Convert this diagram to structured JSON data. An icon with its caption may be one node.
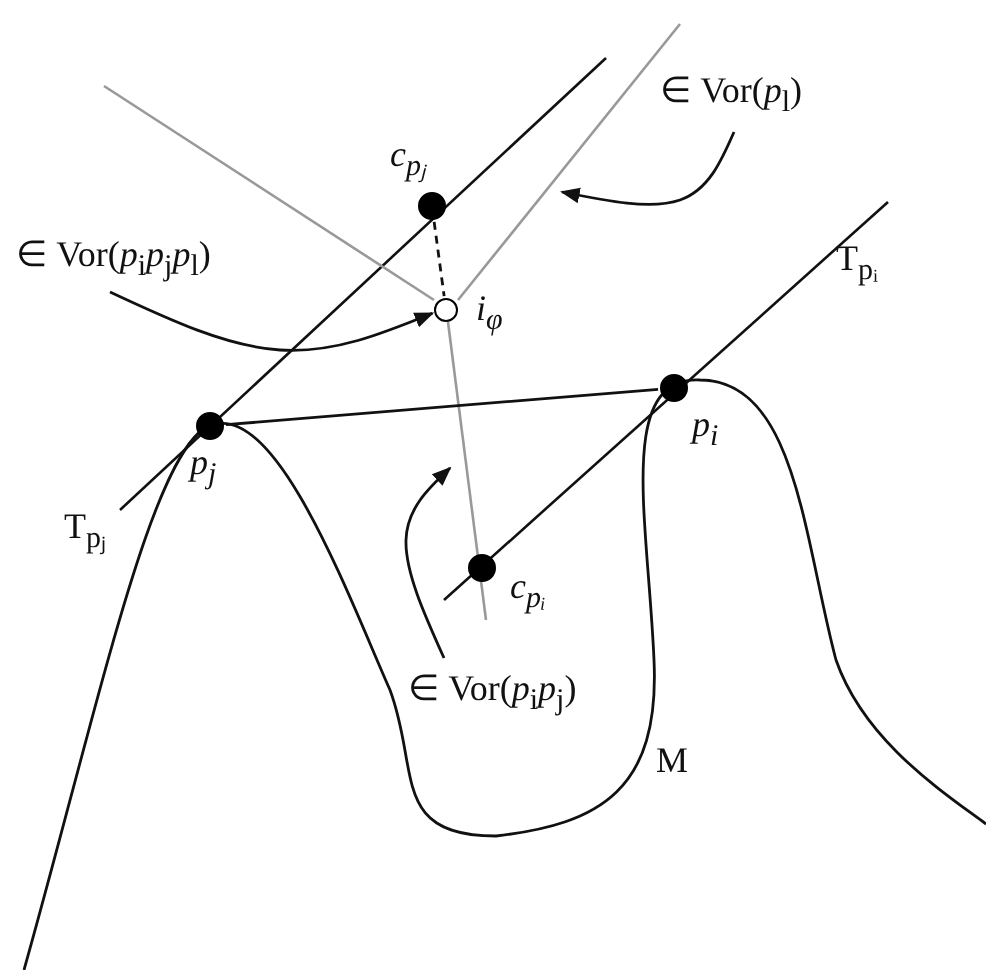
{
  "diagram": {
    "nodes": [
      {
        "text": [
          "∈ Vor(*p*$_{l}$)"
        ]
      },
      {
        "text": [],
        "shape": "circle",
        "beside": [
          "c$_{pⱼ}$"
        ]
      },
      {
        "text": [
          "∈ Vor(*p*$_{i}$*p*$_{j}$*p*$_{l}$)"
        ]
      },
      {
        "text": [],
        "shape": "circle",
        "beside": [
          "i$_{φ}$"
        ]
      },
      {
        "text": [],
        "shape": "circle",
        "beside": [
          "p$_{i}$"
        ]
      },
      {
        "text": [],
        "shape": "circle",
        "beside": [
          "p$_{j}$"
        ]
      },
      {
        "text": [],
        "shape": "circle",
        "beside": [
          "c$_{pᵢ}$"
        ]
      },
      {
        "text": [
          "∈ Vor(*p*$_{i}$*p*$_{j}$)"
        ]
      }
    ],
    "edges": [
      {
        "from": 0,
        "to": null,
        "arrow": "to"
      },
      {
        "from": 2,
        "to": 3,
        "arrow": "to"
      },
      {
        "from": 7,
        "to": null,
        "arrow": "to"
      },
      {
        "from": 5,
        "to": 4,
        "arrow": "none"
      },
      {
        "from": 1,
        "to": 3,
        "arrow": "none",
        "style": "dashed"
      }
    ],
    "labels": [
      "T$_{pᵢ}$",
      "T$_{pⱼ}$",
      "M"
    ]
  }
}
